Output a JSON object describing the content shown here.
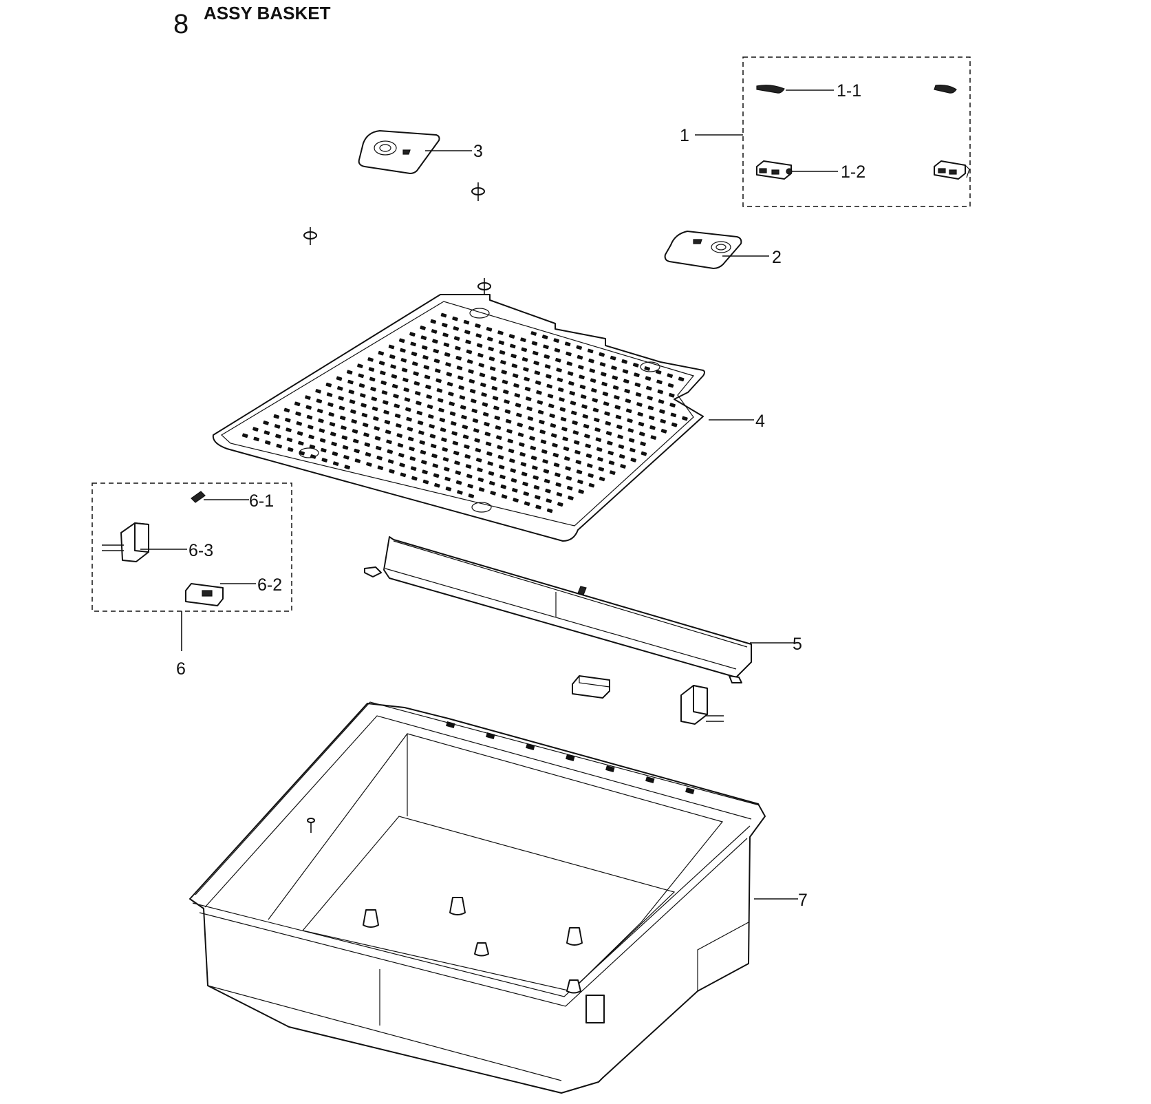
{
  "header": {
    "section_number": "8",
    "title": "ASSY BASKET"
  },
  "callouts": {
    "c1": "1",
    "c1_1": "1-1",
    "c1_2": "1-2",
    "c2": "2",
    "c3": "3",
    "c4": "4",
    "c5": "5",
    "c6": "6",
    "c6_1": "6-1",
    "c6_2": "6-2",
    "c6_3": "6-3",
    "c7": "7"
  }
}
